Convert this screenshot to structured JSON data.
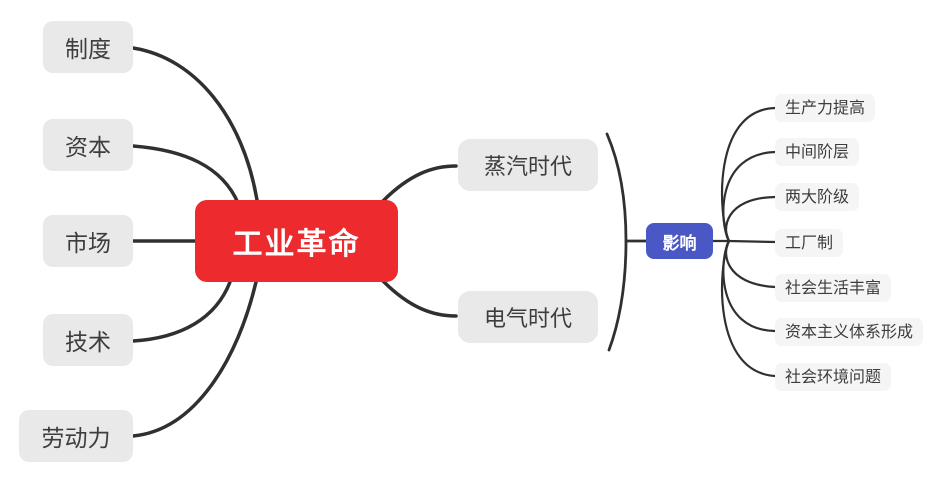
{
  "colors": {
    "root_bg": "#ed2b2e",
    "impact_bg": "#4a58c5",
    "node_bg": "#e9e9e9",
    "leaf_bg": "#f5f5f6",
    "line": "#303030",
    "node_text": "#3d3d3d"
  },
  "root": {
    "label": "工业革命"
  },
  "causes": [
    {
      "label": "制度"
    },
    {
      "label": "资本"
    },
    {
      "label": "市场"
    },
    {
      "label": "技术"
    },
    {
      "label": "劳动力"
    }
  ],
  "stages": [
    {
      "label": "蒸汽时代"
    },
    {
      "label": "电气时代"
    }
  ],
  "impact": {
    "label": "影响"
  },
  "effects": [
    {
      "label": "生产力提高"
    },
    {
      "label": "中间阶层"
    },
    {
      "label": "两大阶级"
    },
    {
      "label": "工厂制"
    },
    {
      "label": "社会生活丰富"
    },
    {
      "label": "资本主义体系形成"
    },
    {
      "label": "社会环境问题"
    }
  ]
}
